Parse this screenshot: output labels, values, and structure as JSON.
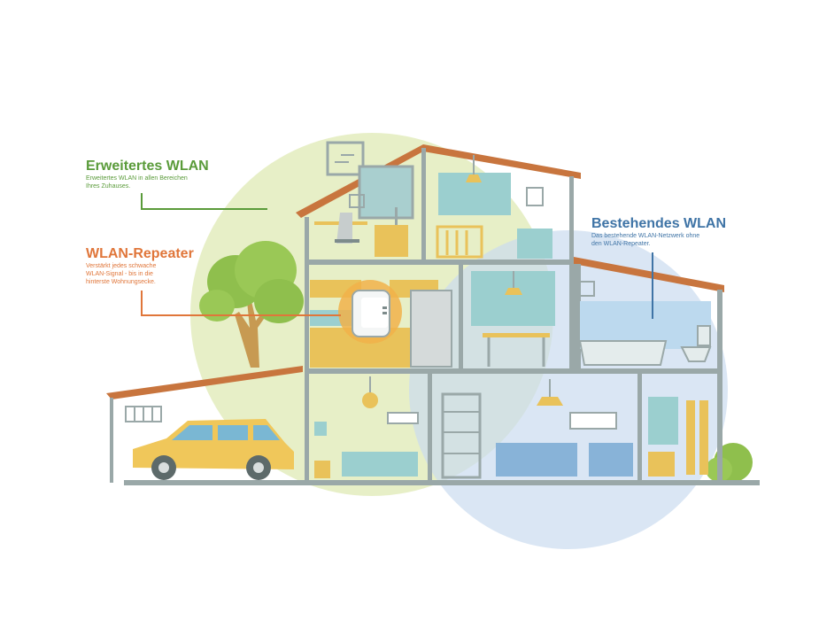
{
  "colors": {
    "wlan_extended": "#5a9b3a",
    "wlan_repeater": "#e0763a",
    "wlan_existing": "#3f74a6",
    "zone_green": "#dfe9b4",
    "zone_blue": "#cadbf0",
    "wall": "#9aa8a8",
    "roof": "#c8753e",
    "furniture_yellow": "#e9c25a",
    "furniture_teal": "#9bcfcf",
    "car": "#f0c75a"
  },
  "labels": {
    "extended": {
      "title": "Erweitertes WLAN",
      "desc_line1": "Erweitertes WLAN in allen Bereichen",
      "desc_line2": "Ihres Zuhauses."
    },
    "repeater": {
      "title": "WLAN-Repeater",
      "desc_line1": "Verstärkt jedes schwache",
      "desc_line2": "WLAN-Signal - bis in die",
      "desc_line3": "hinterste Wohnungsecke."
    },
    "existing": {
      "title": "Bestehendes WLAN",
      "desc_line1": "Das bestehende WLAN-Netzwerk ohne",
      "desc_line2": "den WLAN-Repeater."
    }
  },
  "icons": [
    "house-illustration",
    "car-illustration",
    "tree-illustration",
    "wlan-repeater-icon"
  ]
}
